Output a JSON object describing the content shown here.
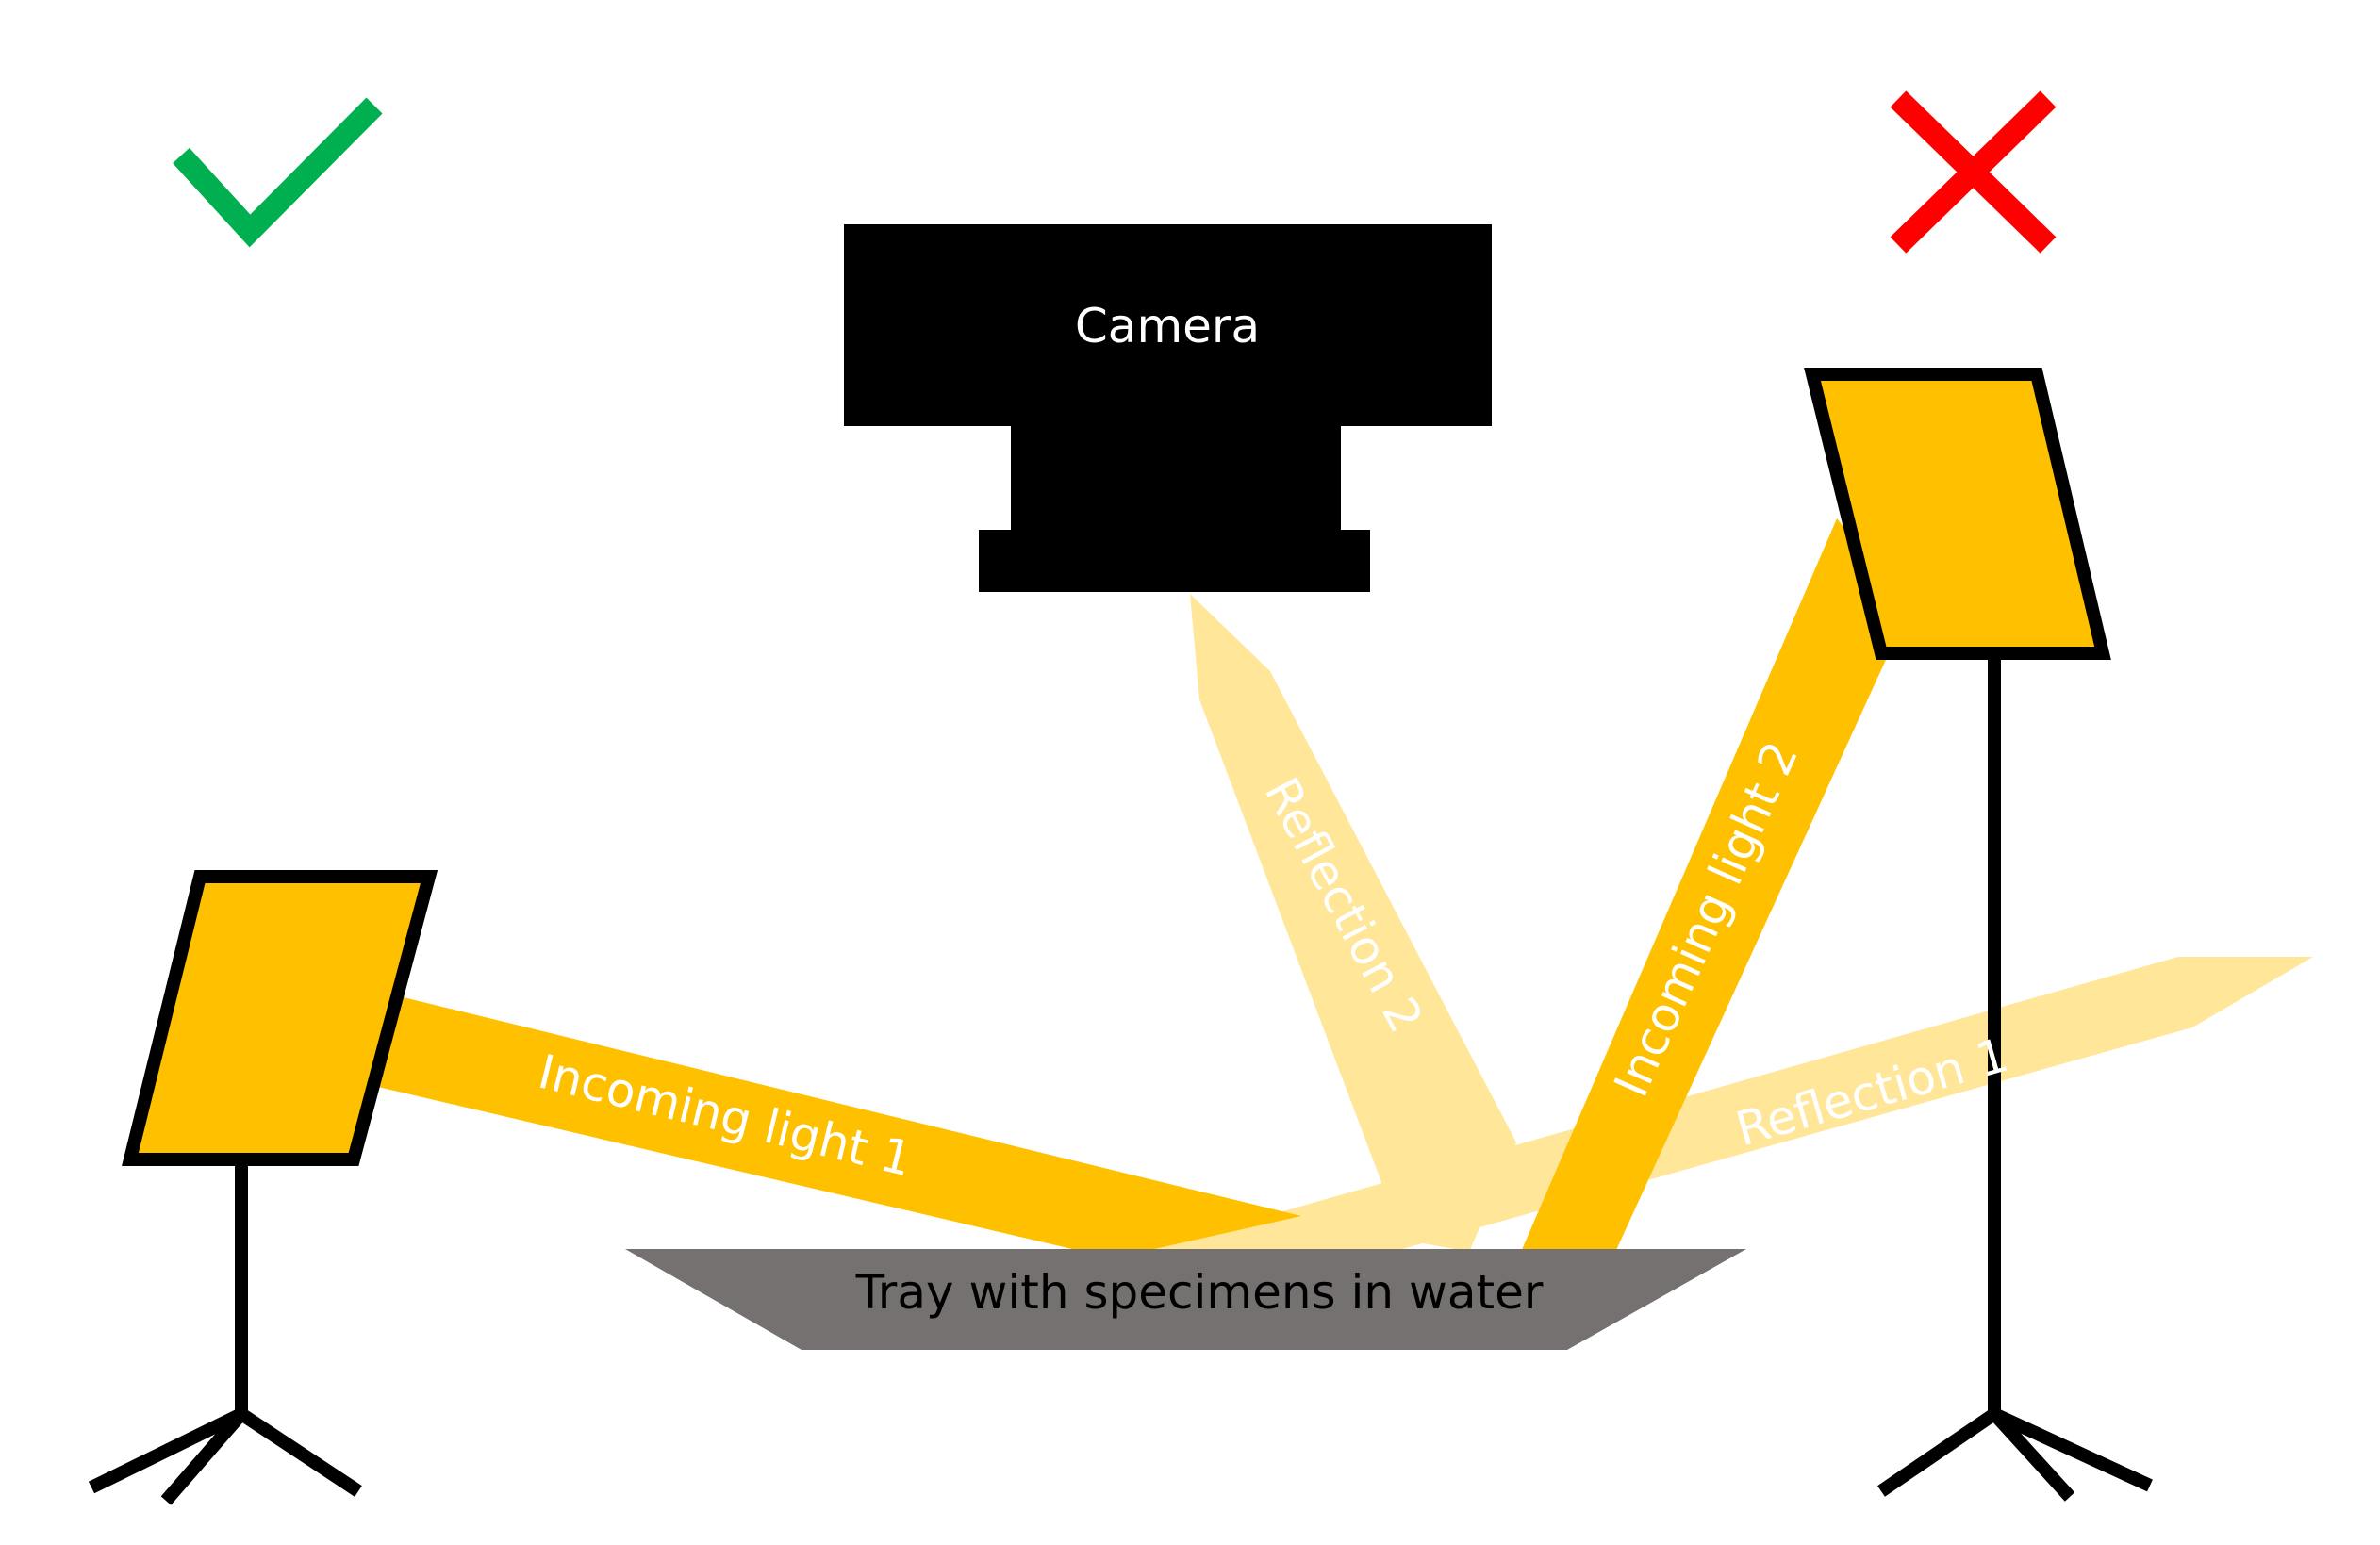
{
  "labels": {
    "camera": "Camera",
    "tray": "Tray with specimens in water",
    "incoming_light_1": "Incoming light 1",
    "incoming_light_2": "Incoming light 2",
    "reflection_1": "Reflection 1",
    "reflection_2": "Reflection 2"
  },
  "indicators": {
    "left": {
      "icon": "check-mark-icon",
      "color": "#00b050"
    },
    "right": {
      "icon": "cross-mark-icon",
      "color": "#ff0000"
    }
  },
  "colors": {
    "lamp_fill": "#ffc000",
    "light_beam": "#ffc000",
    "reflection_beam": "#ffe699",
    "camera": "#000000",
    "tray": "#767171",
    "beam_text": "#ffffff",
    "tray_text": "#000000"
  }
}
